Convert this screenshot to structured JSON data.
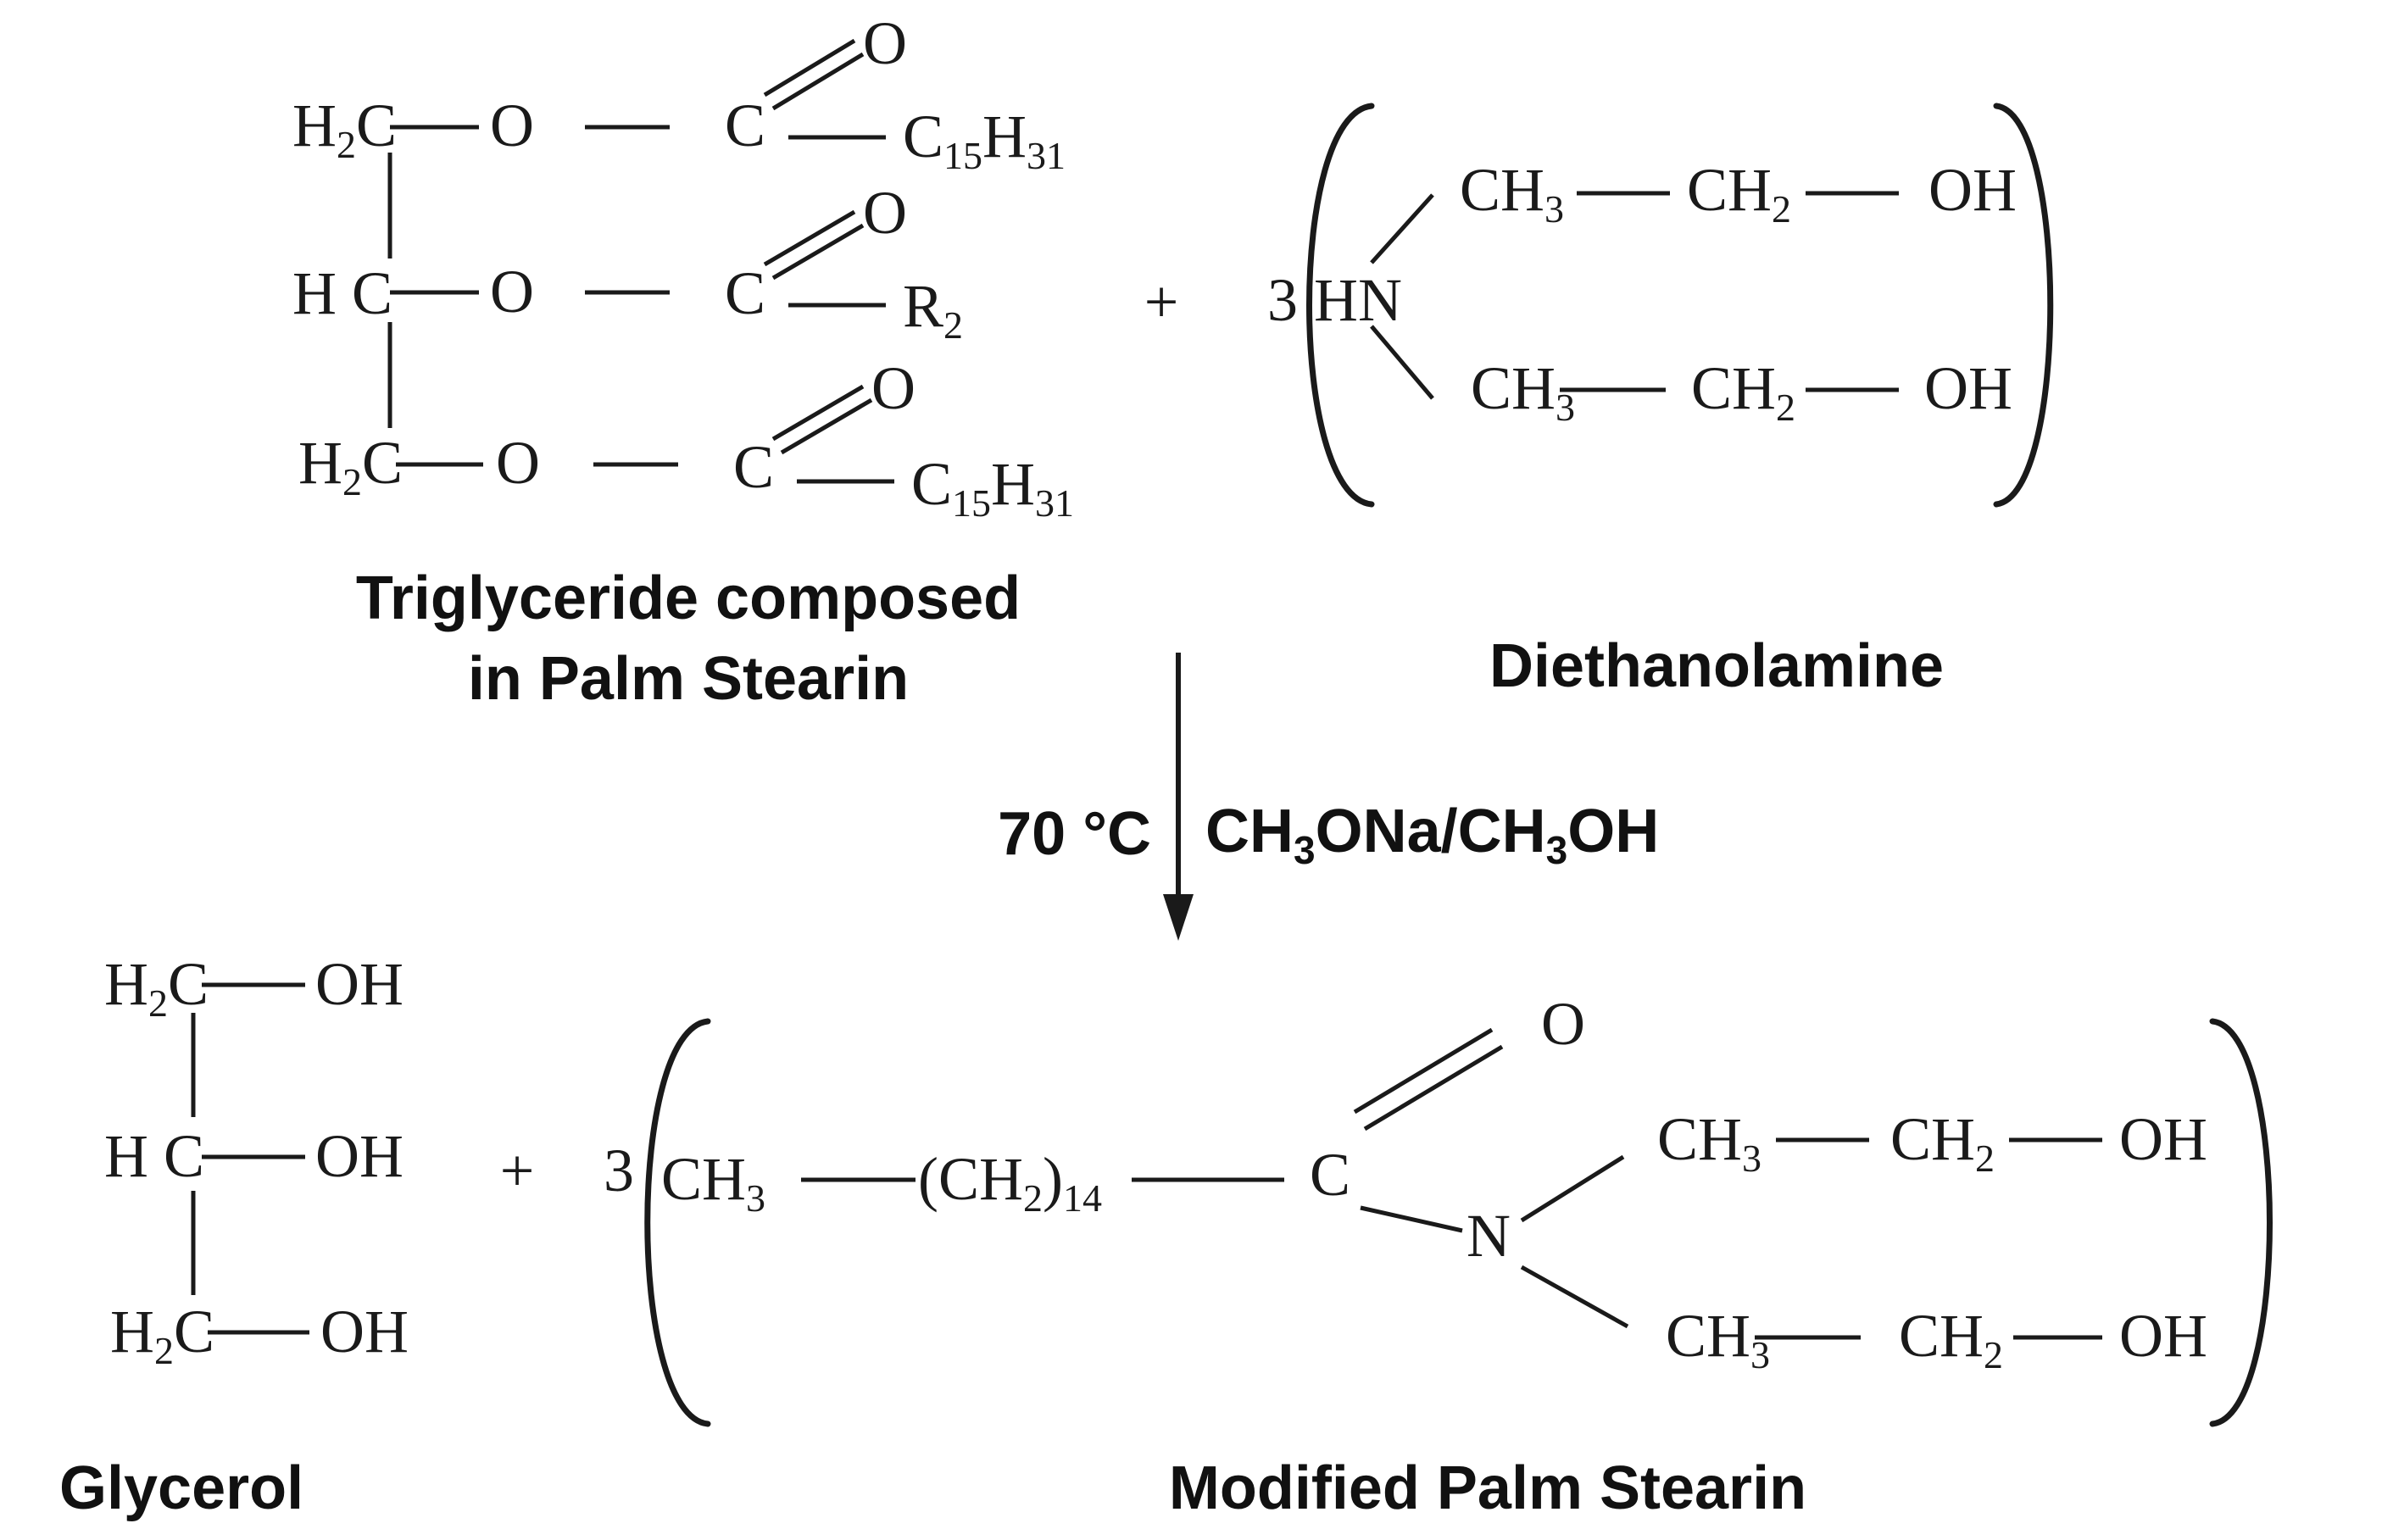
{
  "reactants": {
    "triglyceride": {
      "label_line1": "Triglyceride composed",
      "label_line2": "in Palm Stearin",
      "rows": [
        {
          "carbon": "H",
          "carbon_sub": "2",
          "carbon_tail": "C",
          "oxygen": "O",
          "carbonyl_c": "C",
          "carbonyl_o": "O",
          "chain": "C",
          "chain_sub1": "15",
          "chain_mid": "H",
          "chain_sub2": "31"
        },
        {
          "carbon": "H C",
          "carbon_sub": "",
          "carbon_tail": "",
          "oxygen": "O",
          "carbonyl_c": "C",
          "carbonyl_o": "O",
          "chain": "R",
          "chain_sub1": "2",
          "chain_mid": "",
          "chain_sub2": ""
        },
        {
          "carbon": "H",
          "carbon_sub": "2",
          "carbon_tail": "C",
          "oxygen": "O",
          "carbonyl_c": "C",
          "carbonyl_o": "O",
          "chain": "C",
          "chain_sub1": "15",
          "chain_mid": "H",
          "chain_sub2": "31"
        }
      ]
    },
    "plus": "+",
    "diethanolamine": {
      "coefficient": "3",
      "amine": "HN",
      "arm_top": {
        "g1": "CH",
        "g1_sub": "3",
        "g2": "CH",
        "g2_sub": "2",
        "end": "OH"
      },
      "arm_bottom": {
        "g1": "CH",
        "g1_sub": "3",
        "g2": "CH",
        "g2_sub": "2",
        "end": "OH"
      },
      "label": "Diethanolamine"
    }
  },
  "conditions": {
    "temperature": "70 °C",
    "reagent": {
      "p1": "CH",
      "s1": "3",
      "p2": "ONa/CH",
      "s2": "3",
      "p3": "OH"
    }
  },
  "products": {
    "glycerol": {
      "label": "Glycerol",
      "rows": [
        {
          "carbon": "H",
          "carbon_sub": "2",
          "carbon_tail": "C",
          "end": "OH"
        },
        {
          "carbon": "H C",
          "carbon_sub": "",
          "carbon_tail": "",
          "end": "OH"
        },
        {
          "carbon": "H",
          "carbon_sub": "2",
          "carbon_tail": "C",
          "end": "OH"
        }
      ]
    },
    "plus": "+",
    "modified": {
      "coefficient": "3",
      "ch3": "CH",
      "ch3_sub": "3",
      "chain": "(CH",
      "chain_sub1": "2",
      "chain_close": ")",
      "chain_sub2": "14",
      "carbonyl_c": "C",
      "carbonyl_o": "O",
      "nitrogen": "N",
      "arm_top": {
        "g1": "CH",
        "g1_sub": "3",
        "g2": "CH",
        "g2_sub": "2",
        "end": "OH"
      },
      "arm_bottom": {
        "g1": "CH",
        "g1_sub": "3",
        "g2": "CH",
        "g2_sub": "2",
        "end": "OH"
      },
      "label": "Modified Palm Stearin"
    }
  }
}
